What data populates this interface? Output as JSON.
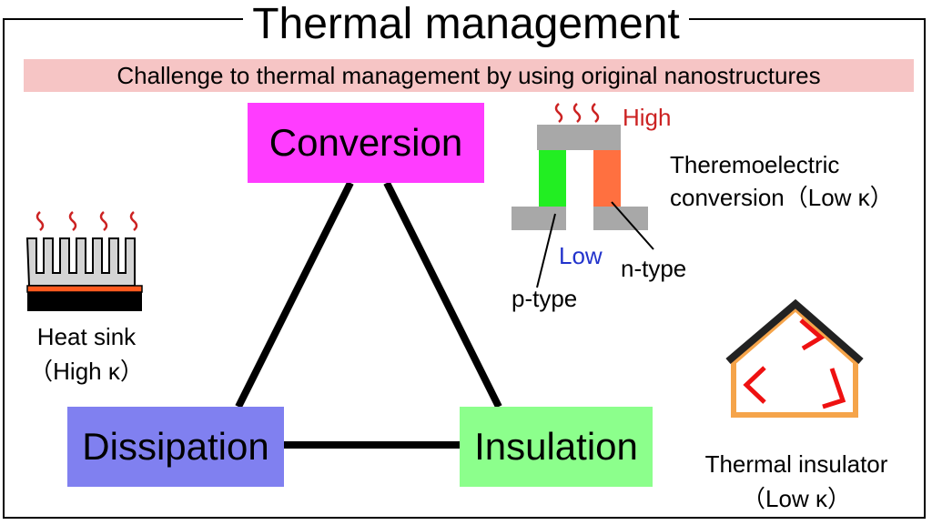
{
  "title": "Thermal management",
  "banner": "Challenge to thermal management by using original nanostructures",
  "nodes": {
    "conversion": "Conversion",
    "dissipation": "Dissipation",
    "insulation": "Insulation"
  },
  "heat_sink": {
    "line1": "Heat sink",
    "line2": "（High κ）"
  },
  "thermoelectric": {
    "high": "High",
    "low": "Low",
    "p_type": "p-type",
    "n_type": "n-type",
    "line1": "Theremoelectric",
    "line2": "conversion（Low κ）"
  },
  "insulator": {
    "line1": "Thermal insulator",
    "line2": "（Low κ）"
  },
  "colors": {
    "conversion": "#ff3cff",
    "dissipation": "#8080f0",
    "insulation": "#8cff8c",
    "banner": "#f6c5c5",
    "heat": "#cc2222",
    "low": "#2233cc",
    "p_type_leg": "#22ee22",
    "n_type_leg": "#ff7040",
    "house_wall": "#f5a44a"
  }
}
